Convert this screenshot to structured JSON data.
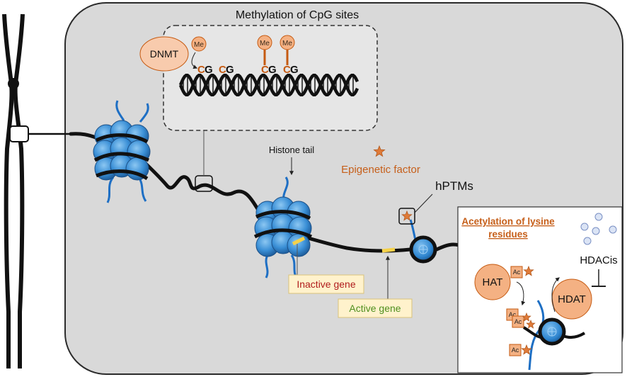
{
  "labels": {
    "methylation_title": "Methylation of CpG sites",
    "dnmt": "DNMT",
    "me": "Me",
    "cpg_c": "C",
    "cpg_g": "G",
    "histone_tail": "Histone tail",
    "epigenetic_factor": "Epigenetic factor",
    "hptms": "hPTMs",
    "acetylation_title_line1": "Acetylation of lysine",
    "acetylation_title_line2": "residues",
    "hdacis": "HDACis",
    "hat": "HAT",
    "hdat": "HDAT",
    "ac": "Ac",
    "inactive_gene": "Inactive gene",
    "active_gene": "Active gene"
  },
  "colors": {
    "cell_fill": "#d9d9d9",
    "nucleosome_blue": "#3a8fd6",
    "nucleosome_dark": "#1f5f9e",
    "tail_blue": "#1e6fc4",
    "enzyme_fill": "#f4b183",
    "enzyme_stroke": "#c55a11",
    "star_orange": "#e07b39",
    "inactive_text": "#b01c1c",
    "active_text": "#4e8f1e",
    "gene_box_fill": "#fff2cc",
    "gene_yellow": "#f5d24a"
  }
}
